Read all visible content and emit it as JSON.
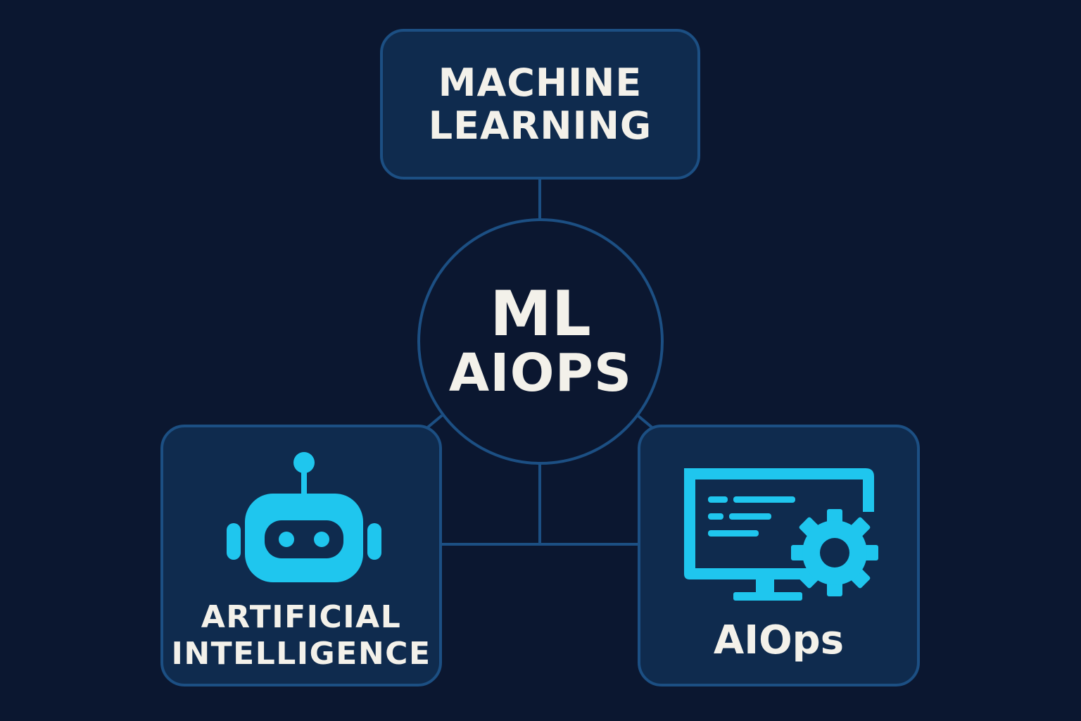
{
  "diagram": {
    "top_node": {
      "lines": [
        "MACHINE",
        "LEARNING"
      ]
    },
    "center_node": {
      "main": "ML",
      "sub": "AIOPS"
    },
    "left_node": {
      "lines": [
        "ARTIFICIAL",
        "INTELLIGENCE"
      ],
      "icon": "robot-icon"
    },
    "right_node": {
      "label": "AIOps",
      "icon": "monitor-gear-icon"
    }
  },
  "colors": {
    "background": "#0b1730",
    "box_fill": "#0f2b4e",
    "border": "#1c4f83",
    "icon_accent": "#1fc6ee",
    "text": "#f3f1ea"
  }
}
